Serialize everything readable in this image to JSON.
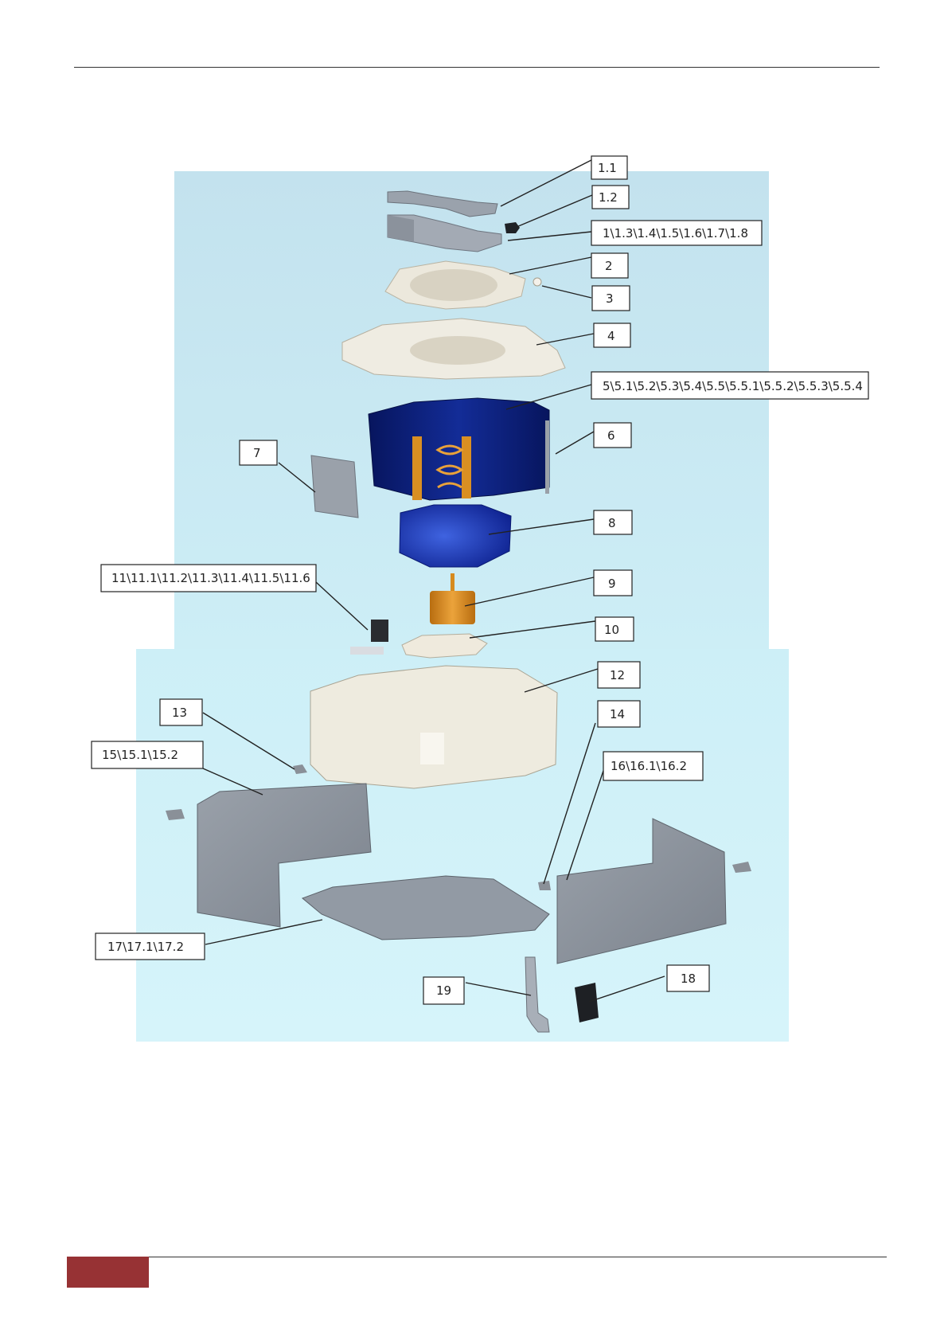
{
  "colors": {
    "footer_accent": "#973234",
    "background_top": "#c6e4ef",
    "background_bottom": "#d2f2f8",
    "coil_blue": "#0b1f7a",
    "fan_blue": "#1d3fb8",
    "motor_orange": "#d88a1e",
    "panel_grey": "#8f96a0",
    "plastic_cream": "#efece0"
  },
  "callouts": [
    {
      "id": "c1-1",
      "label": "1.1"
    },
    {
      "id": "c1-2",
      "label": "1.2"
    },
    {
      "id": "c1",
      "label": "1\\1.3\\1.4\\1.5\\1.6\\1.7\\1.8"
    },
    {
      "id": "c2",
      "label": "2"
    },
    {
      "id": "c3",
      "label": "3"
    },
    {
      "id": "c4",
      "label": "4"
    },
    {
      "id": "c5",
      "label": "5\\5.1\\5.2\\5.3\\5.4\\5.5\\5.5.1\\5.5.2\\5.5.3\\5.5.4"
    },
    {
      "id": "c6",
      "label": "6"
    },
    {
      "id": "c7",
      "label": "7"
    },
    {
      "id": "c8",
      "label": "8"
    },
    {
      "id": "c11",
      "label": "11\\11.1\\11.2\\11.3\\11.4\\11.5\\11.6"
    },
    {
      "id": "c9",
      "label": "9"
    },
    {
      "id": "c10",
      "label": "10"
    },
    {
      "id": "c12",
      "label": "12"
    },
    {
      "id": "c13",
      "label": "13"
    },
    {
      "id": "c14",
      "label": "14"
    },
    {
      "id": "c15",
      "label": "15\\15.1\\15.2"
    },
    {
      "id": "c16",
      "label": "16\\16.1\\16.2"
    },
    {
      "id": "c17",
      "label": "17\\17.1\\17.2"
    },
    {
      "id": "c18",
      "label": "18"
    },
    {
      "id": "c19",
      "label": "19"
    }
  ]
}
